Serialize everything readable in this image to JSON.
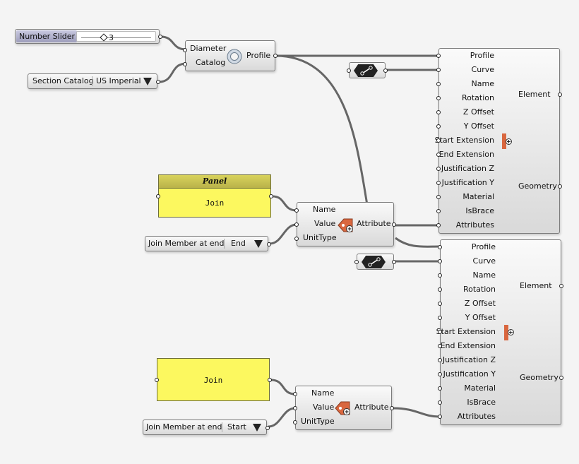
{
  "number_slider": {
    "name": "Number Slider",
    "value": "3"
  },
  "section_catalog": {
    "name": "Section Catalog",
    "value": "US Imperial"
  },
  "profile_node": {
    "inputs": [
      "Diameter",
      "Catalog"
    ],
    "output": "Profile"
  },
  "element_nodes": [
    {
      "inputs": [
        "Profile",
        "Curve",
        "Name",
        "Rotation",
        "Z Offset",
        "Y Offset",
        "Start Extension",
        "End Extension",
        "Justification Z",
        "Justification Y",
        "Material",
        "IsBrace",
        "Attributes"
      ],
      "outputs": [
        "Element",
        "Geometry"
      ]
    },
    {
      "inputs": [
        "Profile",
        "Curve",
        "Name",
        "Rotation",
        "Z Offset",
        "Y Offset",
        "Start Extension",
        "End Extension",
        "Justification Z",
        "Justification Y",
        "Material",
        "IsBrace",
        "Attributes"
      ],
      "outputs": [
        "Element",
        "Geometry"
      ]
    }
  ],
  "panel_1": {
    "title": "Panel",
    "text": "Join"
  },
  "panel_2": {
    "text": "Join"
  },
  "attribute_nodes": [
    {
      "inputs": [
        "Name",
        "Value",
        "UnitType"
      ],
      "output": "Attribute"
    },
    {
      "inputs": [
        "Name",
        "Value",
        "UnitType"
      ],
      "output": "Attribute"
    }
  ],
  "join_lists": [
    {
      "name": "Join Member at end",
      "value": "End"
    },
    {
      "name": "Join Member at end",
      "value": "Start"
    }
  ],
  "colors": {
    "canvas": "#f4f4f4",
    "panel": "#fcf85f",
    "attr_icon": "#d9673f",
    "wire": "#666666"
  }
}
